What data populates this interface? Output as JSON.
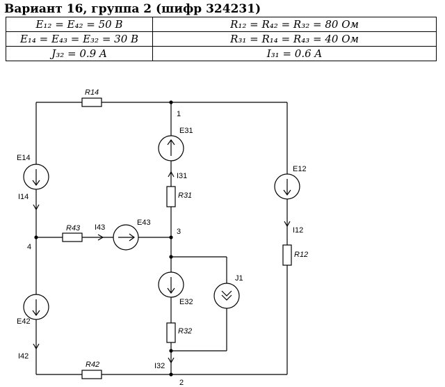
{
  "header": {
    "title": "Вариант 16, группа 2 (шифр 324231)"
  },
  "params": {
    "rows": [
      [
        "E₁₂ = E₄₂ = 50 B",
        "R₁₂ = R₄₂ = R₃₂ = 80 Ом"
      ],
      [
        "E₁₄ = E₄₃ = E₃₂ = 30 B",
        "R₃₁ = R₁₄ = R₄₃ = 40 Ом"
      ],
      [
        "J₃₂ = 0.9 A",
        "I₃₁ = 0.6 A"
      ]
    ]
  },
  "circuit": {
    "nodes": {
      "n1": "1",
      "n2": "2",
      "n3": "3",
      "n4": "4"
    },
    "resistors": {
      "R14": "R14",
      "R31": "R31",
      "R43": "R43",
      "R12": "R12",
      "R32": "R32",
      "R42": "R42"
    },
    "sources": {
      "E31": "E31",
      "E14": "E14",
      "E12": "E12",
      "E43": "E43",
      "E32": "E32",
      "E42": "E42",
      "J1": "J1"
    },
    "currents": {
      "I31": "I31",
      "I14": "I14",
      "I43": "I43",
      "I12": "I12",
      "I42": "I42",
      "I32": "I32"
    }
  }
}
